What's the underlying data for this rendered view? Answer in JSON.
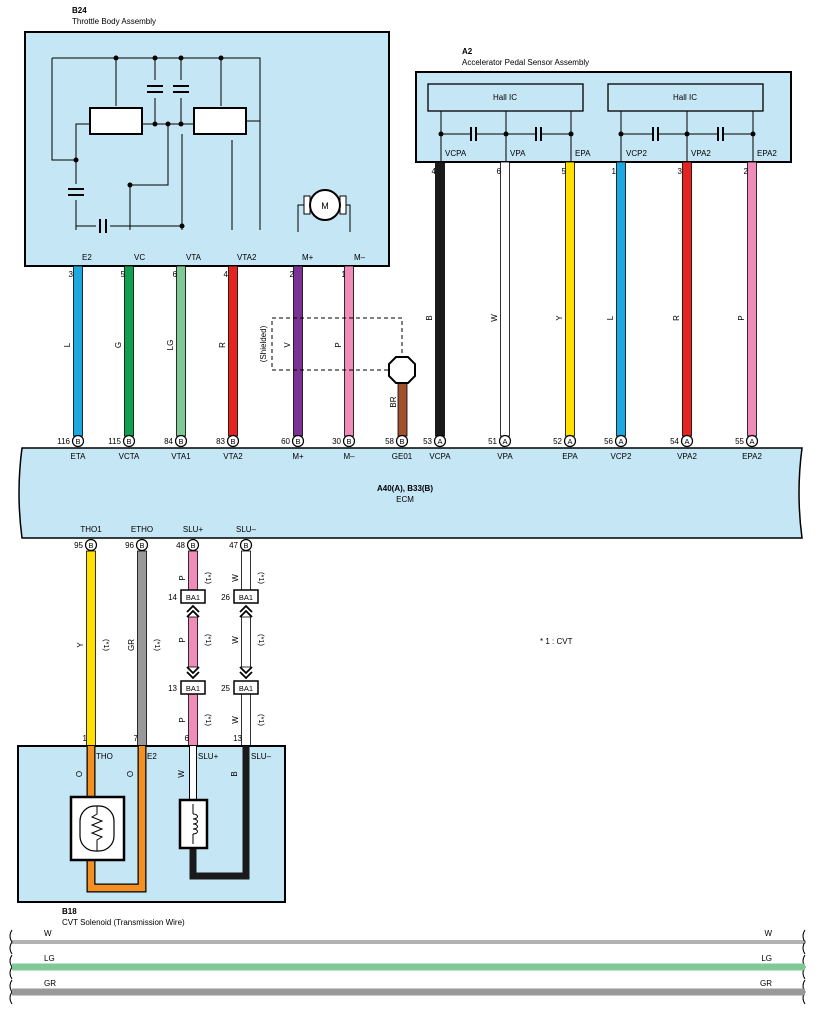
{
  "throttle": {
    "code": "B24",
    "name": "Throttle Body Assembly",
    "motor_symbol": "M",
    "pins": [
      {
        "num": "3",
        "label": "E2"
      },
      {
        "num": "5",
        "label": "VC"
      },
      {
        "num": "6",
        "label": "VTA"
      },
      {
        "num": "4",
        "label": "VTA2"
      },
      {
        "num": "2",
        "label": "M+"
      },
      {
        "num": "1",
        "label": "M–"
      }
    ]
  },
  "accel": {
    "code": "A2",
    "name": "Accelerator Pedal Sensor Assembly",
    "hall_ic_1": "Hall IC",
    "hall_ic_2": "Hall IC",
    "pins": [
      {
        "num": "4",
        "label": "VCPA"
      },
      {
        "num": "6",
        "label": "VPA"
      },
      {
        "num": "5",
        "label": "EPA"
      },
      {
        "num": "1",
        "label": "VCP2"
      },
      {
        "num": "3",
        "label": "VPA2"
      },
      {
        "num": "2",
        "label": "EPA2"
      }
    ]
  },
  "upper_wires": [
    {
      "color_code": "L",
      "hex": "#1ea8e0"
    },
    {
      "color_code": "G",
      "hex": "#10a050"
    },
    {
      "color_code": "LG",
      "hex": "#80c896"
    },
    {
      "color_code": "R",
      "hex": "#e52421"
    },
    {
      "color_code": "V",
      "hex": "#7b3294"
    },
    {
      "color_code": "P",
      "hex": "#f08cb8"
    },
    {
      "color_code": "B",
      "hex": "#1a1a1a"
    },
    {
      "color_code": "W",
      "hex": "#ffffff"
    },
    {
      "color_code": "Y",
      "hex": "#ffe000"
    },
    {
      "color_code": "L",
      "hex": "#1ea8e0"
    },
    {
      "color_code": "R",
      "hex": "#e52421"
    },
    {
      "color_code": "P",
      "hex": "#f08cb8"
    }
  ],
  "shield": {
    "label": "(Shielded)",
    "ground_wire_code": "BR",
    "ground_wire_hex": "#a0522d"
  },
  "ecm": {
    "connectors": "A40(A), B33(B)",
    "name": "ECM",
    "top_pins": [
      {
        "num": "116",
        "conn": "B",
        "label": "ETA"
      },
      {
        "num": "115",
        "conn": "B",
        "label": "VCTA"
      },
      {
        "num": "84",
        "conn": "B",
        "label": "VTA1"
      },
      {
        "num": "83",
        "conn": "B",
        "label": "VTA2"
      },
      {
        "num": "60",
        "conn": "B",
        "label": "M+"
      },
      {
        "num": "30",
        "conn": "B",
        "label": "M–"
      },
      {
        "num": "58",
        "conn": "B",
        "label": "GE01"
      },
      {
        "num": "53",
        "conn": "A",
        "label": "VCPA"
      },
      {
        "num": "51",
        "conn": "A",
        "label": "VPA"
      },
      {
        "num": "52",
        "conn": "A",
        "label": "EPA"
      },
      {
        "num": "56",
        "conn": "A",
        "label": "VCP2"
      },
      {
        "num": "54",
        "conn": "A",
        "label": "VPA2"
      },
      {
        "num": "55",
        "conn": "A",
        "label": "EPA2"
      }
    ],
    "bottom_pins": [
      {
        "num": "95",
        "conn": "B",
        "label": "THO1"
      },
      {
        "num": "96",
        "conn": "B",
        "label": "ETHO"
      },
      {
        "num": "48",
        "conn": "B",
        "label": "SLU+"
      },
      {
        "num": "47",
        "conn": "B",
        "label": "SLU–"
      }
    ]
  },
  "lower_wires": [
    {
      "color_code": "Y",
      "note": "(*1)",
      "hex": "#ffe000"
    },
    {
      "color_code": "GR",
      "note": "(*1)",
      "hex": "#999999"
    },
    {
      "color_code": "P",
      "note": "(*1)",
      "hex": "#f08cb8"
    },
    {
      "color_code": "W",
      "note": "(*1)",
      "hex": "#ffffff"
    }
  ],
  "junctions": {
    "upper": [
      {
        "num": "14",
        "code": "BA1"
      },
      {
        "num": "26",
        "code": "BA1"
      }
    ],
    "lower": [
      {
        "num": "13",
        "code": "BA1"
      },
      {
        "num": "25",
        "code": "BA1"
      }
    ]
  },
  "footnote": "* 1 : CVT",
  "cvt": {
    "code": "B18",
    "name": "CVT Solenoid (Transmission Wire)",
    "pins": [
      {
        "num": "1",
        "label": "THO"
      },
      {
        "num": "7",
        "label": "E2"
      },
      {
        "num": "6",
        "label": "SLU+"
      },
      {
        "num": "13",
        "label": "SLU–"
      }
    ],
    "internal_wires": [
      {
        "color_code": "O",
        "hex": "#f39020"
      },
      {
        "color_code": "O",
        "hex": "#f39020"
      },
      {
        "color_code": "W",
        "hex": "#ffffff"
      },
      {
        "color_code": "B",
        "hex": "#1a1a1a"
      }
    ]
  },
  "legend": [
    {
      "code": "W",
      "hex": "#ffffff"
    },
    {
      "code": "LG",
      "hex": "#80c896"
    },
    {
      "code": "GR",
      "hex": "#999999"
    }
  ]
}
